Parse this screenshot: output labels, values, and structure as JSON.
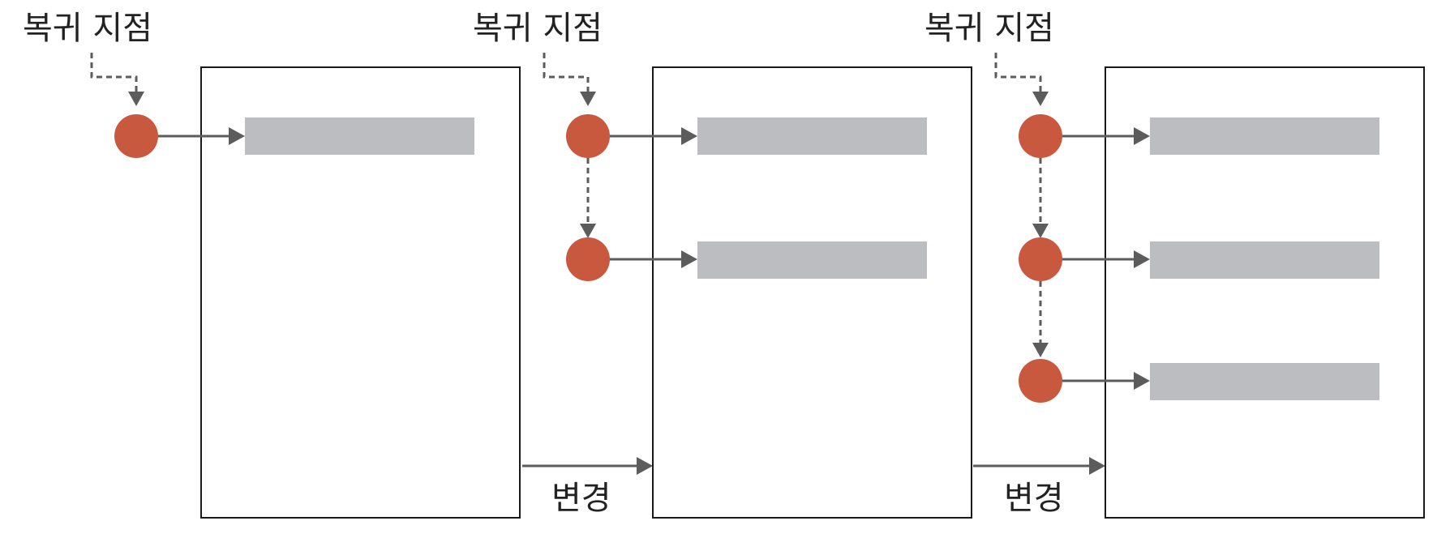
{
  "labels": {
    "restore_point": "복귀 지점",
    "change": "변경"
  },
  "colors": {
    "node": "#c9593e",
    "bar": "#bcbdc0",
    "arrow": "#5c5c5c",
    "frame": "#1a1a1a"
  },
  "panels": [
    {
      "restore_points": 1
    },
    {
      "restore_points": 2
    },
    {
      "restore_points": 3
    }
  ]
}
